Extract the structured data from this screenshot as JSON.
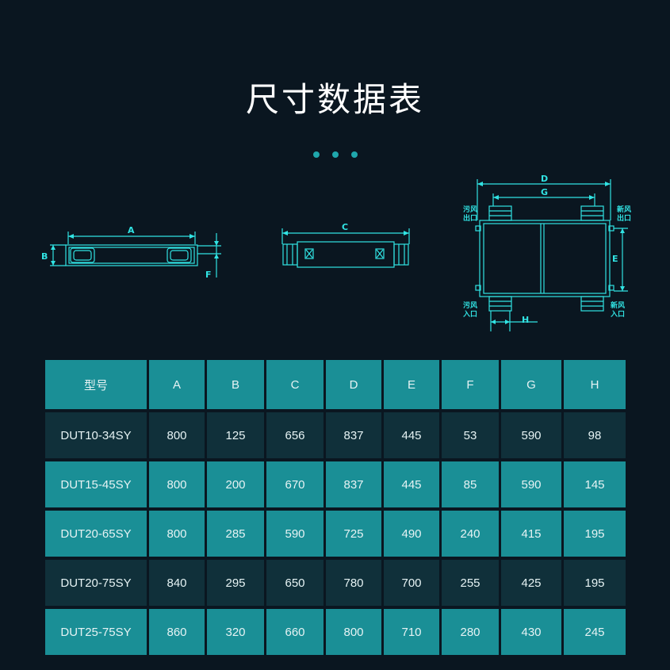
{
  "page": {
    "title": "尺寸数据表"
  },
  "diagrams": {
    "labels": {
      "a": "A",
      "b": "B",
      "c": "C",
      "d": "D",
      "e": "E",
      "f": "F",
      "g": "G",
      "h": "H"
    },
    "ports": {
      "exhaust_out_line1": "污风",
      "exhaust_out_line2": "出口",
      "fresh_out_line1": "新风",
      "fresh_out_line2": "出口",
      "exhaust_in_line1": "污风",
      "exhaust_in_line2": "入口",
      "fresh_in_line1": "新风",
      "fresh_in_line2": "入口"
    }
  },
  "table": {
    "headers": [
      "型号",
      "A",
      "B",
      "C",
      "D",
      "E",
      "F",
      "G",
      "H"
    ],
    "rows": [
      [
        "DUT10-34SY",
        "800",
        "125",
        "656",
        "837",
        "445",
        "53",
        "590",
        "98"
      ],
      [
        "DUT15-45SY",
        "800",
        "200",
        "670",
        "837",
        "445",
        "85",
        "590",
        "145"
      ],
      [
        "DUT20-65SY",
        "800",
        "285",
        "590",
        "725",
        "490",
        "240",
        "415",
        "195"
      ],
      [
        "DUT20-75SY",
        "840",
        "295",
        "650",
        "780",
        "700",
        "255",
        "425",
        "195"
      ],
      [
        "DUT25-75SY",
        "860",
        "320",
        "660",
        "800",
        "710",
        "280",
        "430",
        "245"
      ]
    ]
  },
  "colors": {
    "background": "#0a1620",
    "accent_cyan": "#31e3e3",
    "teal_cell": "#1a8f96",
    "dark_cell": "#10303a"
  }
}
